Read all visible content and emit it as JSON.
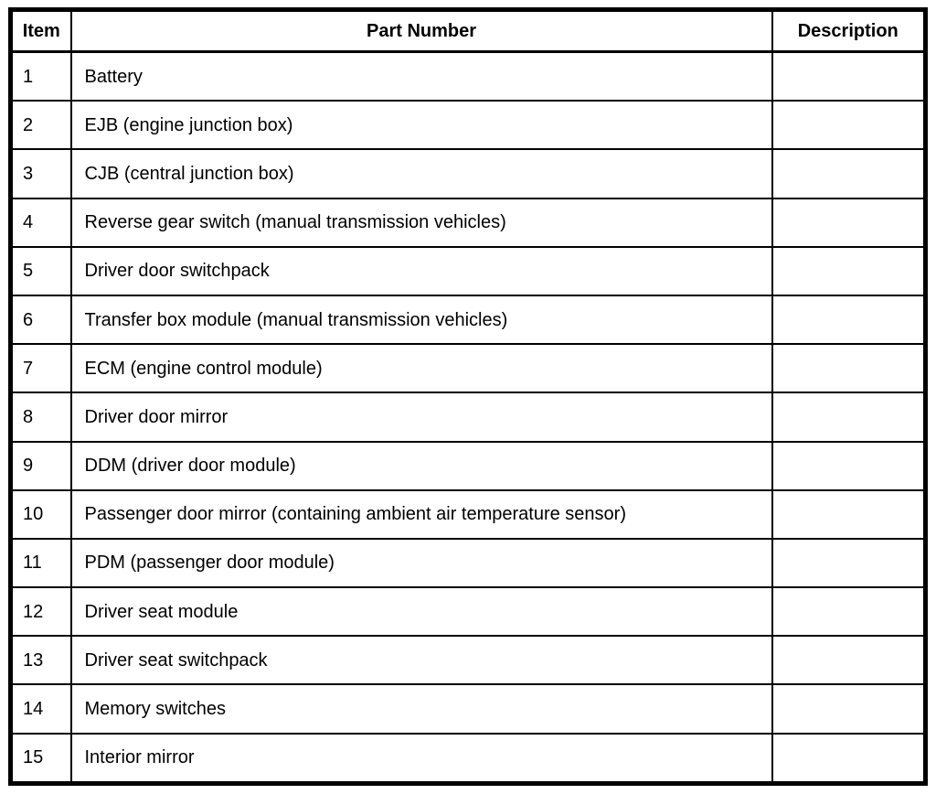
{
  "page": {
    "background_color": "#ffffff",
    "border_color": "#000000",
    "text_color": "#000000"
  },
  "table": {
    "headers": [
      "Item",
      "Part Number",
      "Description"
    ],
    "rows": [
      {
        "item": "1",
        "part": "Battery",
        "description": ""
      },
      {
        "item": "2",
        "part": "EJB (engine junction box)",
        "description": ""
      },
      {
        "item": "3",
        "part": "CJB (central junction box)",
        "description": ""
      },
      {
        "item": "4",
        "part": "Reverse gear switch (manual transmission vehicles)",
        "description": ""
      },
      {
        "item": "5",
        "part": "Driver door switchpack",
        "description": ""
      },
      {
        "item": "6",
        "part": "Transfer box module (manual transmission vehicles)",
        "description": ""
      },
      {
        "item": "7",
        "part": "ECM (engine control module)",
        "description": ""
      },
      {
        "item": "8",
        "part": "Driver door mirror",
        "description": ""
      },
      {
        "item": "9",
        "part": "DDM (driver door module)",
        "description": ""
      },
      {
        "item": "10",
        "part": "Passenger door mirror (containing ambient air temperature sensor)",
        "description": ""
      },
      {
        "item": "11",
        "part": "PDM (passenger door module)",
        "description": ""
      },
      {
        "item": "12",
        "part": "Driver seat module",
        "description": ""
      },
      {
        "item": "13",
        "part": "Driver seat switchpack",
        "description": ""
      },
      {
        "item": "14",
        "part": "Memory switches",
        "description": ""
      },
      {
        "item": "15",
        "part": "Interior mirror",
        "description": ""
      }
    ]
  }
}
